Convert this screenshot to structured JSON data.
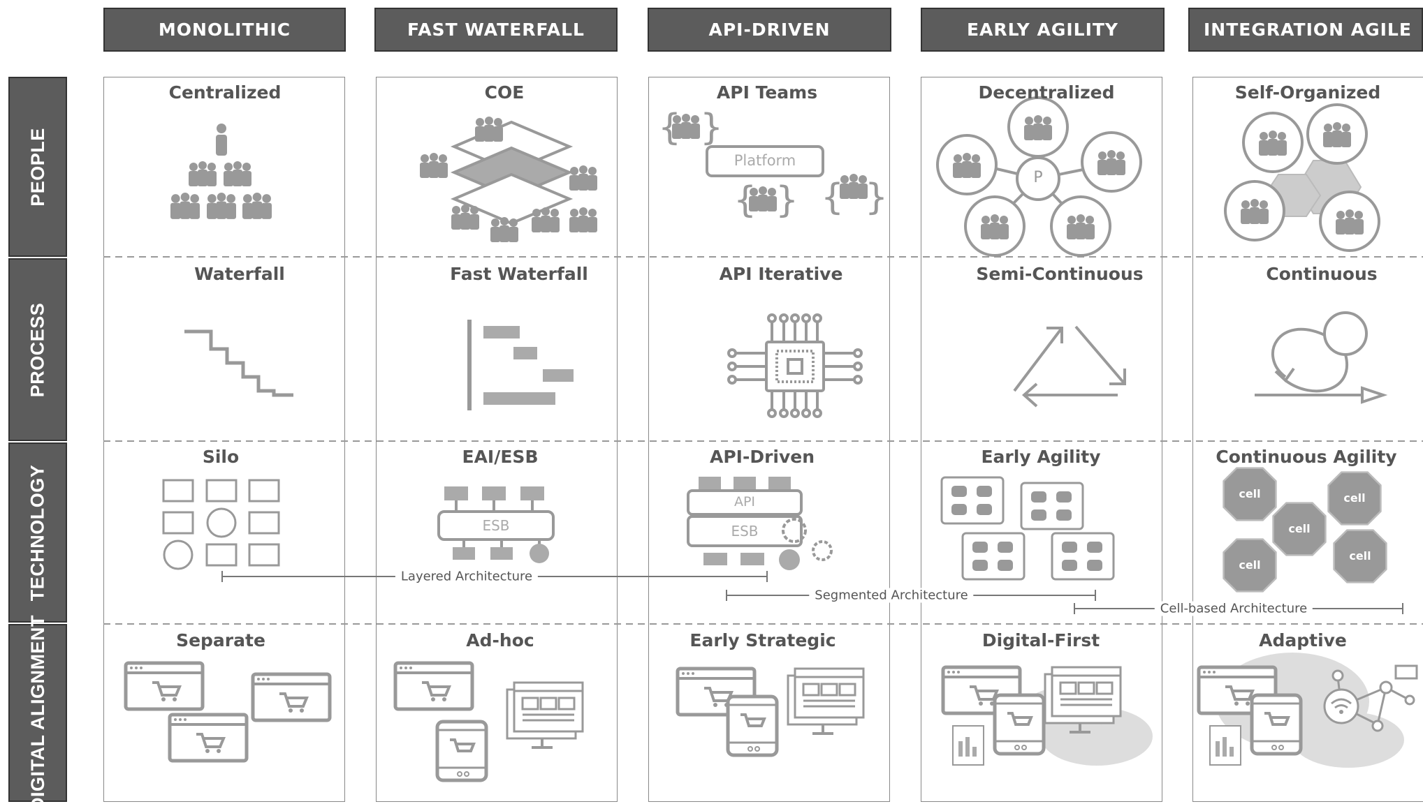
{
  "columns": [
    "MONOLITHIC",
    "FAST WATERFALL",
    "API-DRIVEN",
    "EARLY AGILITY",
    "INTEGRATION AGILE"
  ],
  "rows": [
    "PEOPLE",
    "PROCESS",
    "TECHNOLOGY",
    "DIGITAL ALIGNMENT"
  ],
  "cells": {
    "people": [
      "Centralized",
      "COE",
      "API Teams",
      "Decentralized",
      "Self-Organized"
    ],
    "process": [
      "Waterfall",
      "Fast Waterfall",
      "API Iterative",
      "Semi-Continuous",
      "Continuous"
    ],
    "technology": [
      "Silo",
      "EAI/ESB",
      "API-Driven",
      "Early Agility",
      "Continuous Agility"
    ],
    "digital": [
      "Separate",
      "Ad-hoc",
      "Early Strategic",
      "Digital-First",
      "Adaptive"
    ]
  },
  "icon_labels": {
    "platform": "Platform",
    "p_node": "P",
    "esb": "ESB",
    "api": "API",
    "cell": "cell"
  },
  "architectures": {
    "layered": "Layered Architecture",
    "segmented": "Segmented Architecture",
    "cell_based": "Cell-based Architecture"
  },
  "colors": {
    "header_bg": "#5c5c5c",
    "header_text": "#ffffff",
    "icon_gray": "#999999",
    "icon_fill": "#aaaaaa"
  }
}
